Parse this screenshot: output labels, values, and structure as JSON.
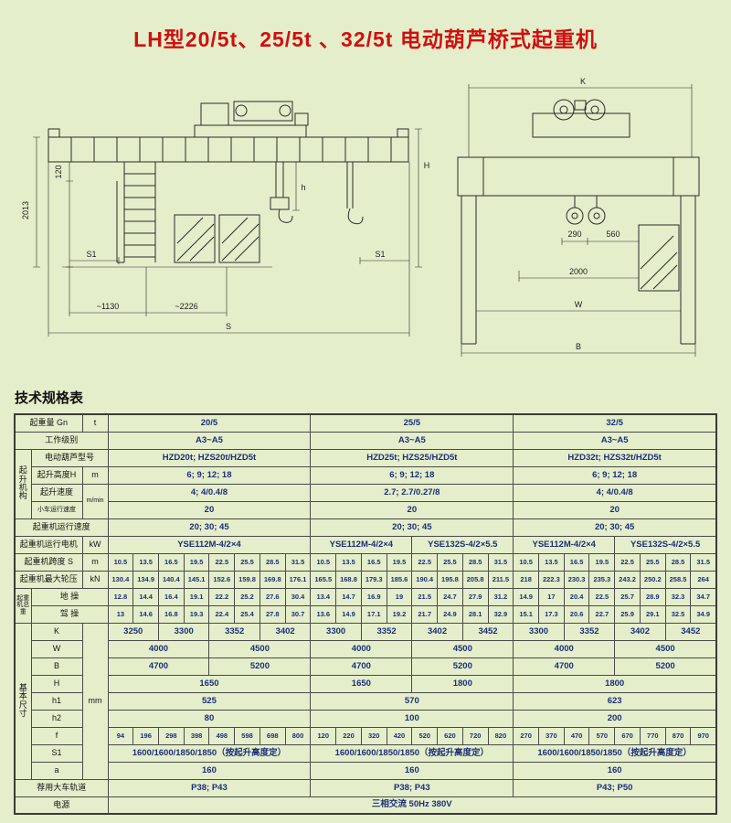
{
  "page": {
    "title": "LH型20/5t、25/5t 、32/5t 电动葫芦桥式起重机",
    "section_heading": "技术规格表",
    "title_color": "#cf1010",
    "bg_color": "#e4eeca",
    "value_text_color": "#1c2e7a"
  },
  "drawings": {
    "left": {
      "dim_h": "h",
      "dim_H": "H",
      "dim_120": "120",
      "dim_2013": "2013",
      "dim_1130": "~1130",
      "dim_2226": "~2226",
      "dim_S": "S",
      "dim_S1_left": "S1",
      "dim_S1_right": "S1"
    },
    "right": {
      "dim_K": "K",
      "dim_290": "290",
      "dim_560": "560",
      "dim_2000": "2000",
      "dim_W": "W",
      "dim_B": "B"
    }
  },
  "table": {
    "rows": [
      {
        "h": [
          {
            "t": "起重量 Gn",
            "cs": 2
          },
          {
            "t": "t"
          }
        ],
        "c": [
          {
            "t": "20/5",
            "s": 8
          },
          {
            "t": "25/5",
            "s": 8
          },
          {
            "t": "32/5",
            "s": 8
          }
        ]
      },
      {
        "h": [
          {
            "t": "工作级别",
            "cs": 3
          }
        ],
        "c": [
          {
            "t": "A3~A5",
            "s": 8
          },
          {
            "t": "A3~A5",
            "s": 8
          },
          {
            "t": "A3~A5",
            "s": 8
          }
        ]
      },
      {
        "h": [
          {
            "t": "起升机构",
            "rs": 4
          },
          {
            "t": "电动葫芦型号",
            "cs": 2
          }
        ],
        "c": [
          {
            "t": "HZD20t; HZS20t/HZD5t",
            "s": 8
          },
          {
            "t": "HZD25t; HZS25/HZD5t",
            "s": 8
          },
          {
            "t": "HZD32t; HZS32t/HZD5t",
            "s": 8
          }
        ]
      },
      {
        "h": [
          {
            "t": "起升高度H"
          },
          {
            "t": "m"
          }
        ],
        "c": [
          {
            "t": "6; 9; 12; 18",
            "s": 8
          },
          {
            "t": "6; 9; 12; 18",
            "s": 8
          },
          {
            "t": "6; 9; 12; 18",
            "s": 8
          }
        ]
      },
      {
        "h": [
          {
            "t": "起升速度"
          },
          {
            "t": "m/min",
            "rs": 2,
            "sm": 1
          }
        ],
        "c": [
          {
            "t": "4; 4/0.4/8",
            "s": 8
          },
          {
            "t": "2.7; 2.7/0.27/8",
            "s": 8
          },
          {
            "t": "4; 4/0.4/8",
            "s": 8
          }
        ]
      },
      {
        "h": [
          {
            "t": "小车运行速度",
            "sm": 1
          }
        ],
        "c": [
          {
            "t": "20",
            "s": 8
          },
          {
            "t": "20",
            "s": 8
          },
          {
            "t": "20",
            "s": 8
          }
        ]
      },
      {
        "h": [
          {
            "t": "起重机运行速度",
            "cs": 3
          }
        ],
        "c": [
          {
            "t": "20; 30; 45",
            "s": 8
          },
          {
            "t": "20; 30; 45",
            "s": 8
          },
          {
            "t": "20; 30; 45",
            "s": 8
          }
        ]
      },
      {
        "h": [
          {
            "t": "起重机运行电机",
            "cs": 2
          },
          {
            "t": "kW"
          }
        ],
        "c": [
          {
            "t": "YSE112M-4/2×4",
            "s": 8
          },
          {
            "t": "YSE112M-4/2×4",
            "s": 4
          },
          {
            "t": "YSE132S-4/2×5.5",
            "s": 4
          },
          {
            "t": "YSE112M-4/2×4",
            "s": 4
          },
          {
            "t": "YSE132S-4/2×5.5",
            "s": 4
          }
        ]
      },
      {
        "h": [
          {
            "t": "起重机跨度 S",
            "cs": 2
          },
          {
            "t": "m"
          }
        ],
        "c": [
          "10.5",
          "13.5",
          "16.5",
          "19.5",
          "22.5",
          "25.5",
          "28.5",
          "31.5",
          "10.5",
          "13.5",
          "16.5",
          "19.5",
          "22.5",
          "25.5",
          "28.5",
          "31.5",
          "10.5",
          "13.5",
          "16.5",
          "19.5",
          "22.5",
          "25.5",
          "28.5",
          "31.5"
        ]
      },
      {
        "h": [
          {
            "t": "起重机最大轮压",
            "cs": 2
          },
          {
            "t": "kN"
          }
        ],
        "c": [
          "130.4",
          "134.9",
          "140.4",
          "145.1",
          "152.6",
          "159.8",
          "169.8",
          "176.1",
          "165.5",
          "168.8",
          "179.3",
          "185.6",
          "190.4",
          "195.8",
          "205.8",
          "211.5",
          "218",
          "222.3",
          "230.3",
          "235.3",
          "243.2",
          "250.2",
          "258.5",
          "264"
        ]
      },
      {
        "h": [
          {
            "t": "起重机总重",
            "rs": 2,
            "sm": 1
          },
          {
            "t": "地 操",
            "cs": 2
          }
        ],
        "c": [
          "12.8",
          "14.4",
          "16.4",
          "19.1",
          "22.2",
          "25.2",
          "27.6",
          "30.4",
          "13.4",
          "14.7",
          "16.9",
          "19",
          "21.5",
          "24.7",
          "27.9",
          "31.2",
          "14.9",
          "17",
          "20.4",
          "22.5",
          "25.7",
          "28.9",
          "32.3",
          "34.7"
        ]
      },
      {
        "h": [
          {
            "t": "驾 操",
            "cs": 2
          }
        ],
        "c": [
          "13",
          "14.6",
          "16.8",
          "19.3",
          "22.4",
          "25.4",
          "27.8",
          "30.7",
          "13.6",
          "14.9",
          "17.1",
          "19.2",
          "21.7",
          "24.9",
          "28.1",
          "32.9",
          "15.1",
          "17.3",
          "20.6",
          "22.7",
          "25.9",
          "29.1",
          "32.5",
          "34.9"
        ]
      },
      {
        "h": [
          {
            "t": "基本尺寸",
            "rs": 9
          },
          {
            "t": "K"
          },
          {
            "t": "mm",
            "rs": 9
          }
        ],
        "c": [
          {
            "t": "3250",
            "s": 2
          },
          {
            "t": "3300",
            "s": 2
          },
          {
            "t": "3352",
            "s": 2
          },
          {
            "t": "3402",
            "s": 2
          },
          {
            "t": "3300",
            "s": 2
          },
          {
            "t": "3352",
            "s": 2
          },
          {
            "t": "3402",
            "s": 2
          },
          {
            "t": "3452",
            "s": 2
          },
          {
            "t": "3300",
            "s": 2
          },
          {
            "t": "3352",
            "s": 2
          },
          {
            "t": "3402",
            "s": 2
          },
          {
            "t": "3452",
            "s": 2
          }
        ]
      },
      {
        "h": [
          {
            "t": "W"
          }
        ],
        "c": [
          {
            "t": "4000",
            "s": 4
          },
          {
            "t": "4500",
            "s": 4
          },
          {
            "t": "4000",
            "s": 4
          },
          {
            "t": "4500",
            "s": 4
          },
          {
            "t": "4000",
            "s": 4
          },
          {
            "t": "4500",
            "s": 4
          }
        ]
      },
      {
        "h": [
          {
            "t": "B"
          }
        ],
        "c": [
          {
            "t": "4700",
            "s": 4
          },
          {
            "t": "5200",
            "s": 4
          },
          {
            "t": "4700",
            "s": 4
          },
          {
            "t": "5200",
            "s": 4
          },
          {
            "t": "4700",
            "s": 4
          },
          {
            "t": "5200",
            "s": 4
          }
        ]
      },
      {
        "h": [
          {
            "t": "H"
          }
        ],
        "c": [
          {
            "t": "1650",
            "s": 8
          },
          {
            "t": "1650",
            "s": 4
          },
          {
            "t": "1800",
            "s": 4
          },
          {
            "t": "1800",
            "s": 8
          }
        ]
      },
      {
        "h": [
          {
            "t": "h1"
          }
        ],
        "c": [
          {
            "t": "525",
            "s": 8
          },
          {
            "t": "570",
            "s": 8
          },
          {
            "t": "623",
            "s": 8
          }
        ]
      },
      {
        "h": [
          {
            "t": "h2"
          }
        ],
        "c": [
          {
            "t": "80",
            "s": 8
          },
          {
            "t": "100",
            "s": 8
          },
          {
            "t": "200",
            "s": 8
          }
        ]
      },
      {
        "h": [
          {
            "t": "f"
          }
        ],
        "c": [
          "94",
          "196",
          "298",
          "398",
          "498",
          "598",
          "698",
          "800",
          "120",
          "220",
          "320",
          "420",
          "520",
          "620",
          "720",
          "820",
          "270",
          "370",
          "470",
          "570",
          "670",
          "770",
          "870",
          "970"
        ]
      },
      {
        "h": [
          {
            "t": "S1"
          }
        ],
        "c": [
          {
            "t": "1600/1600/1850/1850（按起升高度定）",
            "s": 8
          },
          {
            "t": "1600/1600/1850/1850（按起升高度定）",
            "s": 8
          },
          {
            "t": "1600/1600/1850/1850（按起升高度定）",
            "s": 8
          }
        ]
      },
      {
        "h": [
          {
            "t": "a"
          }
        ],
        "c": [
          {
            "t": "160",
            "s": 8
          },
          {
            "t": "160",
            "s": 8
          },
          {
            "t": "160",
            "s": 8
          }
        ]
      },
      {
        "h": [
          {
            "t": "荐用大车轨道",
            "cs": 3
          }
        ],
        "c": [
          {
            "t": "P38; P43",
            "s": 8
          },
          {
            "t": "P38; P43",
            "s": 8
          },
          {
            "t": "P43; P50",
            "s": 8
          }
        ]
      },
      {
        "h": [
          {
            "t": "电源",
            "cs": 3
          }
        ],
        "c": [
          {
            "t": "三相交流  50Hz  380V",
            "s": 24
          }
        ]
      }
    ]
  }
}
